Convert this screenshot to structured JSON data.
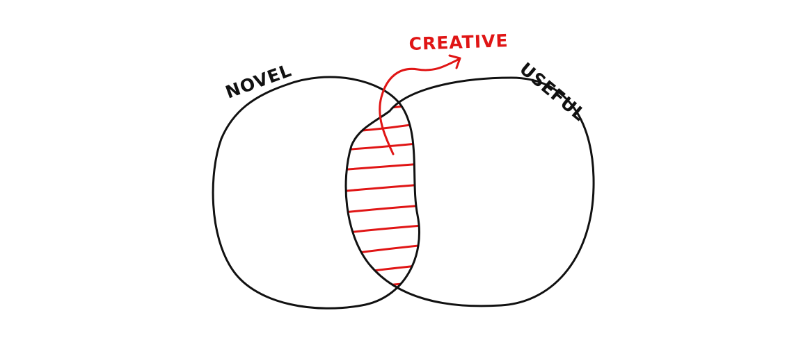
{
  "diagram": {
    "type": "venn",
    "sets": [
      {
        "label": "NOVEL"
      },
      {
        "label": "USEFUL"
      }
    ],
    "intersection": {
      "label": "CREATIVE"
    }
  },
  "colors": {
    "outline": "#111111",
    "highlight": "#e01515",
    "background": "#ffffff"
  }
}
